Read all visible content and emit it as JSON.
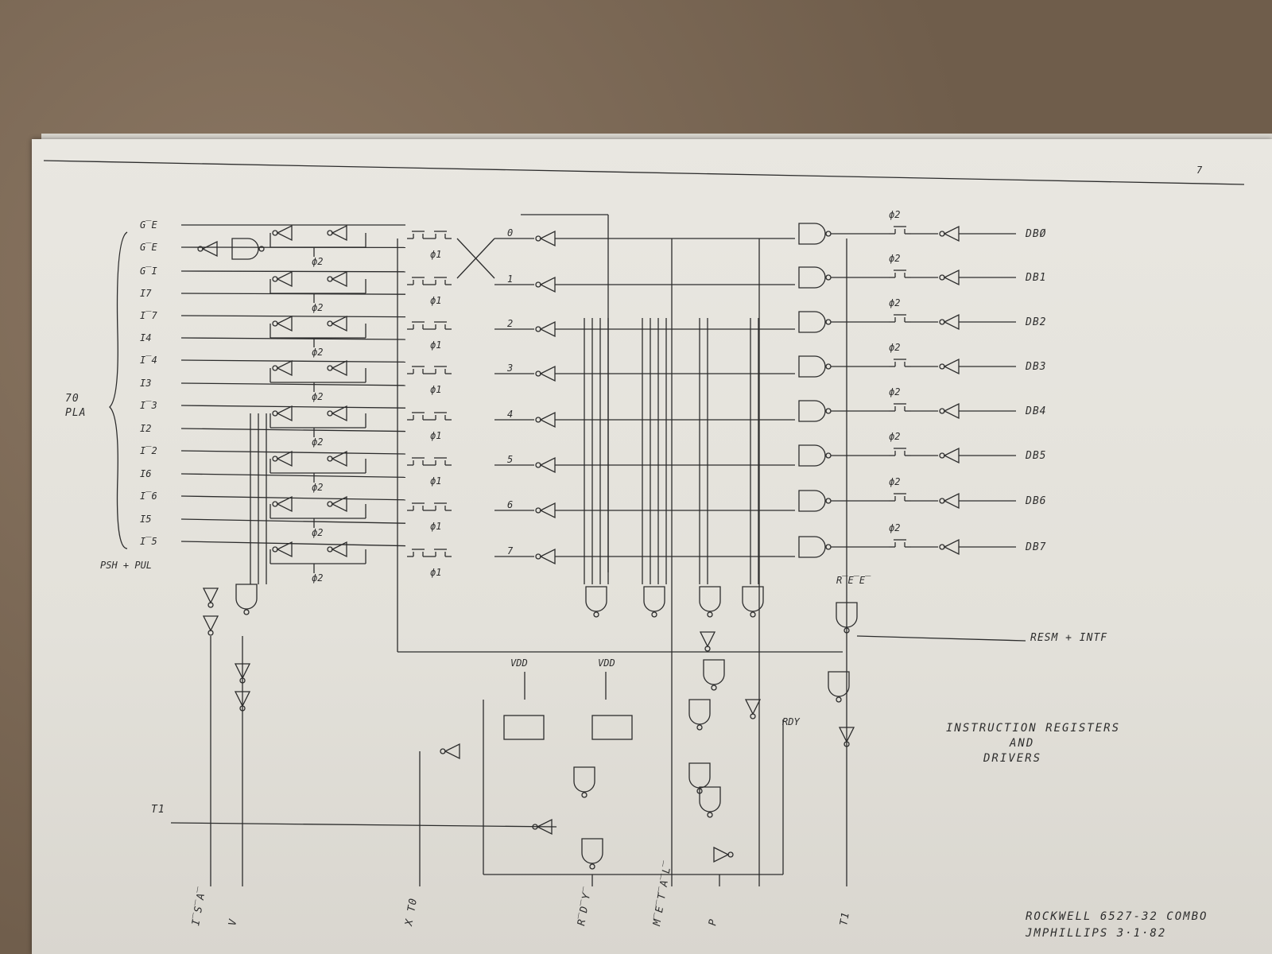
{
  "sheet": {
    "page_mark": "7",
    "group_label_1": "70",
    "group_label_2": "PLA"
  },
  "inputs_left": [
    "G̅E",
    "G̅E",
    "G̅I",
    "I7",
    "I̅7",
    "I4",
    "I̅4",
    "I3",
    "I̅3",
    "I2",
    "I̅2",
    "I6",
    "I̅6",
    "I5",
    "I̅5"
  ],
  "psh_pul_label": "PSH + PUL",
  "latch_indices": [
    "0",
    "1",
    "2",
    "3",
    "4",
    "5",
    "6",
    "7"
  ],
  "phi_labels": {
    "phi1": "ϕ1",
    "phi2": "ϕ2"
  },
  "outputs_right": [
    "DBØ",
    "DB1",
    "DB2",
    "DB3",
    "DB4",
    "DB5",
    "DB6",
    "DB7"
  ],
  "ree_label": "R̅E̅E̅",
  "resm_label": "RESM + INTF",
  "vdd_label": "VDD",
  "rdy_label": "RDY",
  "t1_label": "T1",
  "bottom_labels": [
    "I̅S̅A̅",
    "V",
    "X T0",
    "R̅D̅Y̅",
    "M̅E̅T̅A̅L̅",
    "P",
    "T1"
  ],
  "caption": {
    "line1": "INSTRUCTION REGISTERS",
    "line2": "AND",
    "line3": "DRIVERS"
  },
  "title_block": {
    "line1": "ROCKWELL   6527-32 COMBO",
    "line2": "JMPHILLIPS   3·1·82"
  }
}
